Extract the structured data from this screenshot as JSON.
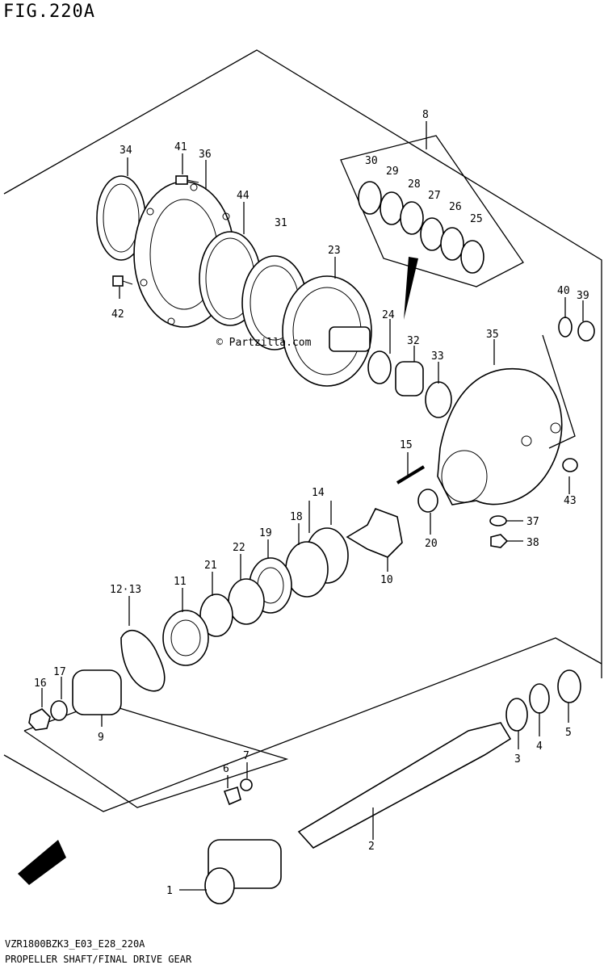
{
  "figure_title": "FIG.220A",
  "footer_code": "VZR1800BZK3_E03_E28_220A",
  "footer_title": "PROPELLER SHAFT/FINAL DRIVE GEAR",
  "watermark": "© Partzilla.com",
  "direction_badge": "FWD",
  "callouts": {
    "c1": "1",
    "c2": "2",
    "c3": "3",
    "c4": "4",
    "c5": "5",
    "c6": "6",
    "c7": "7",
    "c8": "8",
    "c9": "9",
    "c10": "10",
    "c11": "11",
    "c1213": "12·13",
    "c14": "14",
    "c15": "15",
    "c16": "16",
    "c17": "17",
    "c18": "18",
    "c19": "19",
    "c20": "20",
    "c21": "21",
    "c22": "22",
    "c23": "23",
    "c24": "24",
    "c25": "25",
    "c26": "26",
    "c27": "27",
    "c28": "28",
    "c29": "29",
    "c30": "30",
    "c31": "31",
    "c32": "32",
    "c33": "33",
    "c34": "34",
    "c35": "35",
    "c36": "36",
    "c37": "37",
    "c38": "38",
    "c39": "39",
    "c40": "40",
    "c41": "41",
    "c42": "42",
    "c43": "43",
    "c44": "44"
  }
}
